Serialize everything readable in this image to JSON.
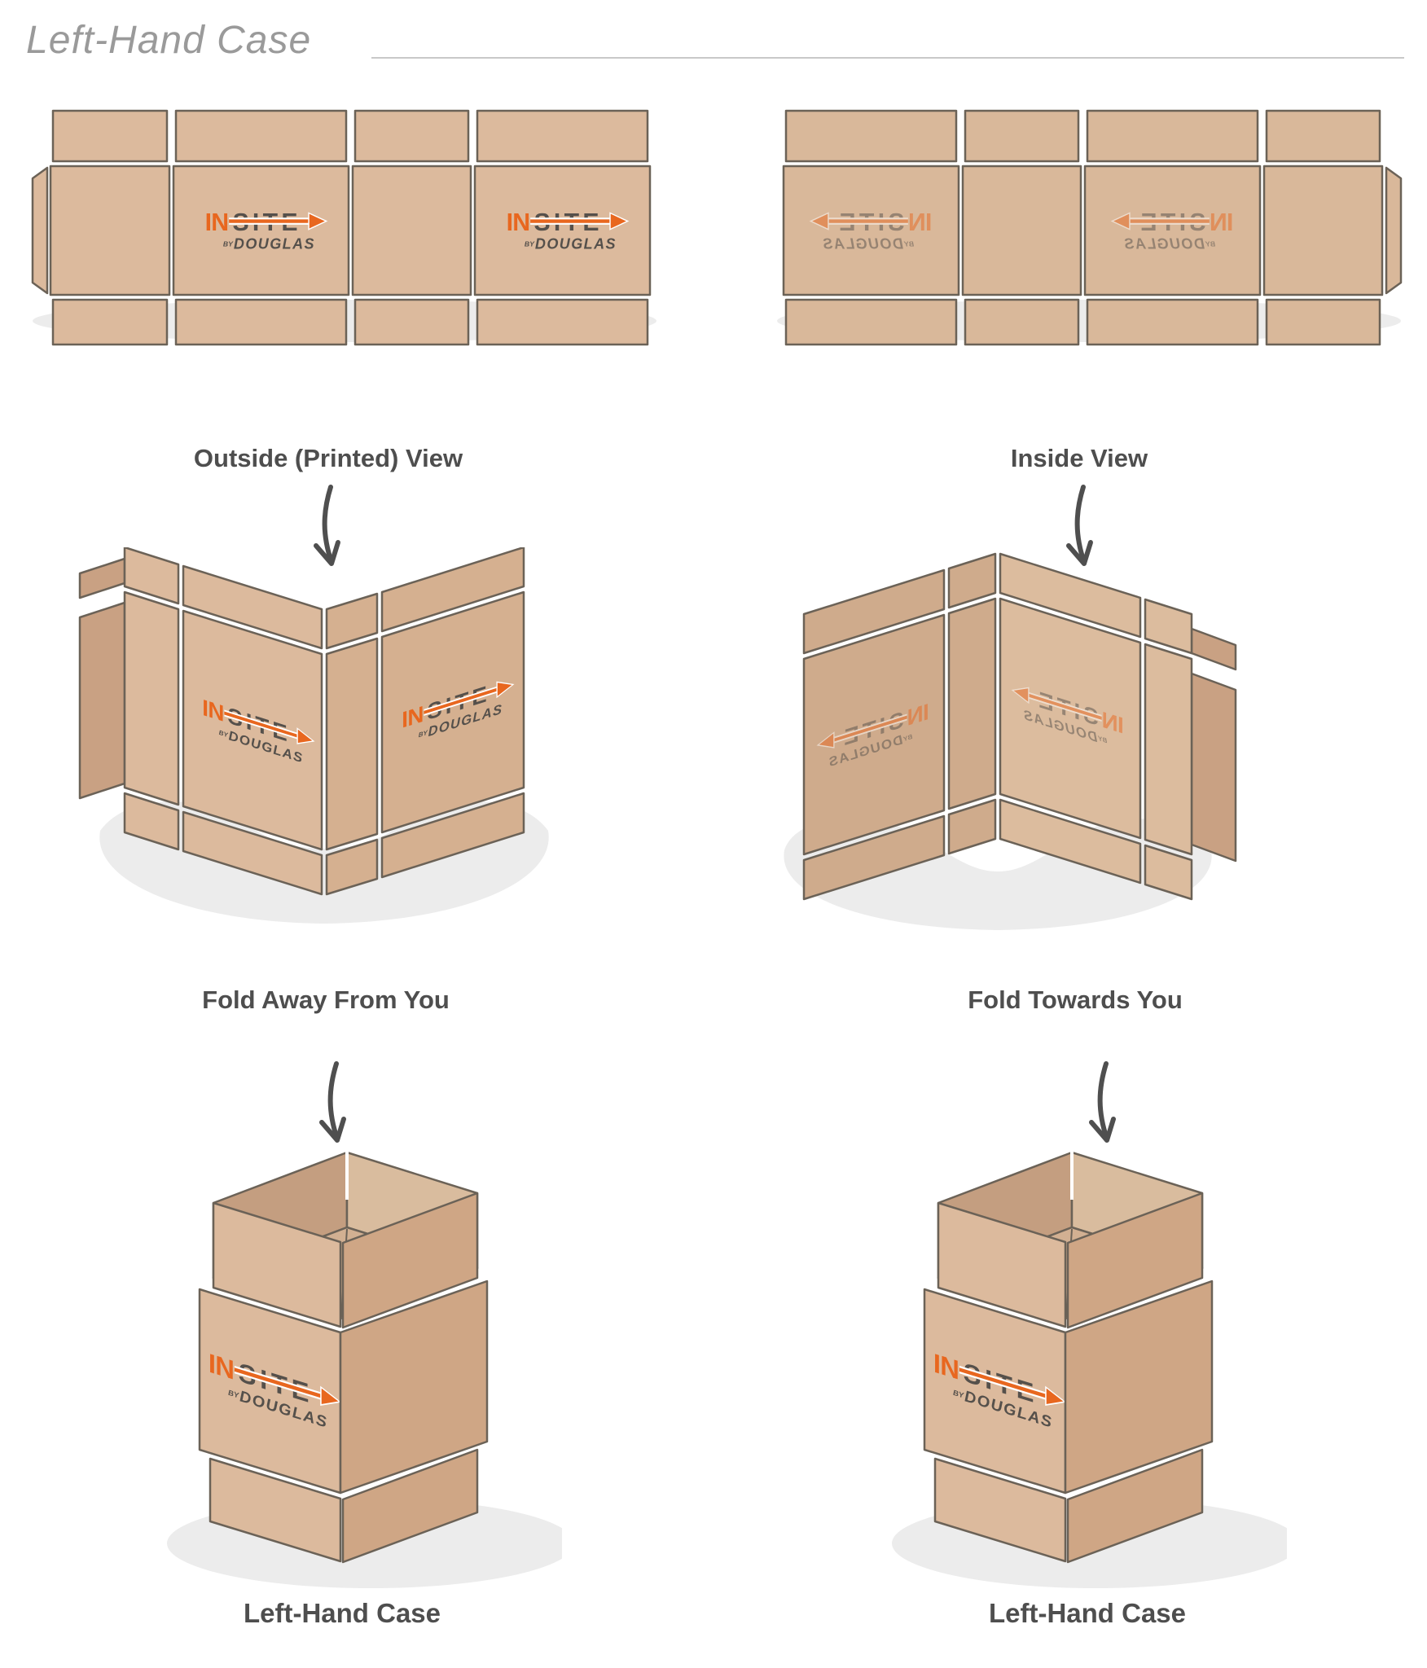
{
  "page": {
    "title": "Left-Hand Case"
  },
  "logo": {
    "in": "IN",
    "site": "SITE",
    "by": "BY",
    "brand": "DOUGLAS"
  },
  "colors": {
    "cardboard_light": "#dcba9d",
    "cardboard_inside": "#d9b89a",
    "cardboard_mid": "#d5b090",
    "cardboard_dark": "#cfa685",
    "cardboard_deep": "#c9a183",
    "outline": "#6b6257",
    "logo_orange": "#e8671f",
    "logo_gray": "#55504b",
    "shadow_gray": "#ececec",
    "label_text": "#4e4e4e",
    "title_text": "#9a9a9a",
    "rule_gray": "#c9c9c9"
  },
  "stages": [
    {
      "id": "outside-flat",
      "label": "Outside (Printed) View"
    },
    {
      "id": "inside-flat",
      "label": "Inside View"
    },
    {
      "id": "fold-away",
      "label": "Fold Away From You"
    },
    {
      "id": "fold-towards",
      "label": "Fold Towards You"
    },
    {
      "id": "case-from-outside",
      "label": "Left-Hand Case"
    },
    {
      "id": "case-from-inside",
      "label": "Left-Hand Case"
    }
  ]
}
